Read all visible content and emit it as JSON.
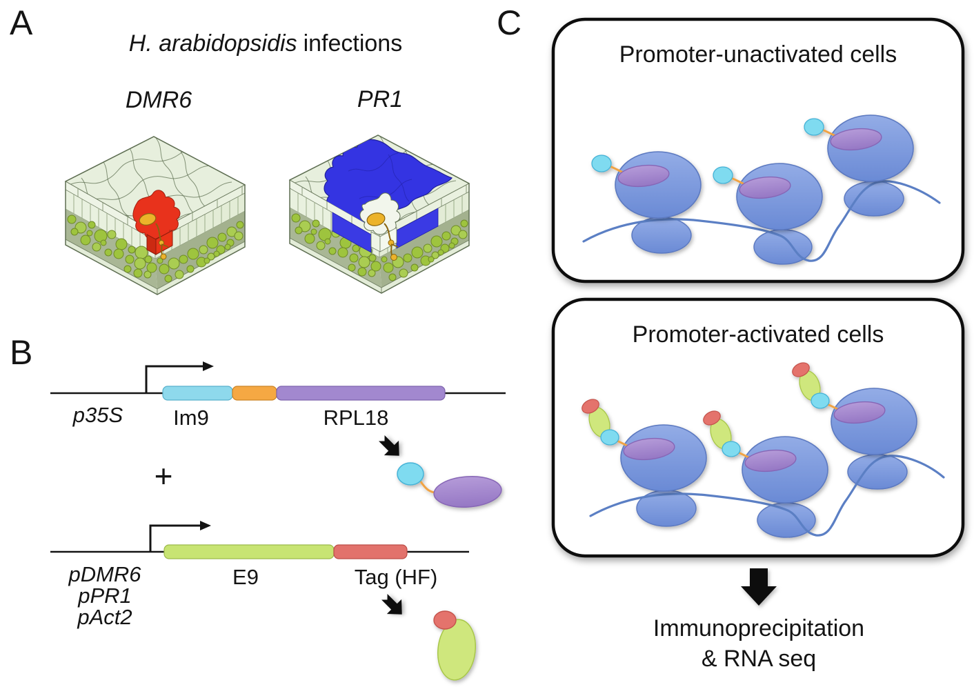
{
  "panel_a": {
    "letter": "A",
    "title_italic": "H. arabidopsidis",
    "title_rest": "infections",
    "left_label": "DMR6",
    "right_label": "PR1"
  },
  "panel_b": {
    "letter": "B",
    "construct1": {
      "promoter": "p35S",
      "gene1": "Im9",
      "gene2": "RPL18"
    },
    "plus": "+",
    "construct2": {
      "promoters": [
        "pDMR6",
        "pPR1",
        "pAct2"
      ],
      "gene": "E9",
      "tag": "Tag (HF)"
    }
  },
  "panel_c": {
    "letter": "C",
    "box1_title": "Promoter-unactivated cells",
    "box2_title": "Promoter-activated cells",
    "footer_line1": "Immunoprecipitation",
    "footer_line2": "& RNA seq"
  },
  "colors": {
    "im9_cyan": "#8ed9ec",
    "linker_orange": "#f5a843",
    "rpl18_purple": "#a288cf",
    "e9_green": "#c8e473",
    "tag_red": "#e2726c",
    "ribosome_blue": "#7b99dd",
    "mrna_blue": "#5b7fc4",
    "infection_red": "#e8321c",
    "infection_blue": "#3434e2",
    "haustorium_yellow": "#ecb32a",
    "leaf_top_green": "#e7efdd",
    "chloroplast_green": "#9ec43e"
  }
}
